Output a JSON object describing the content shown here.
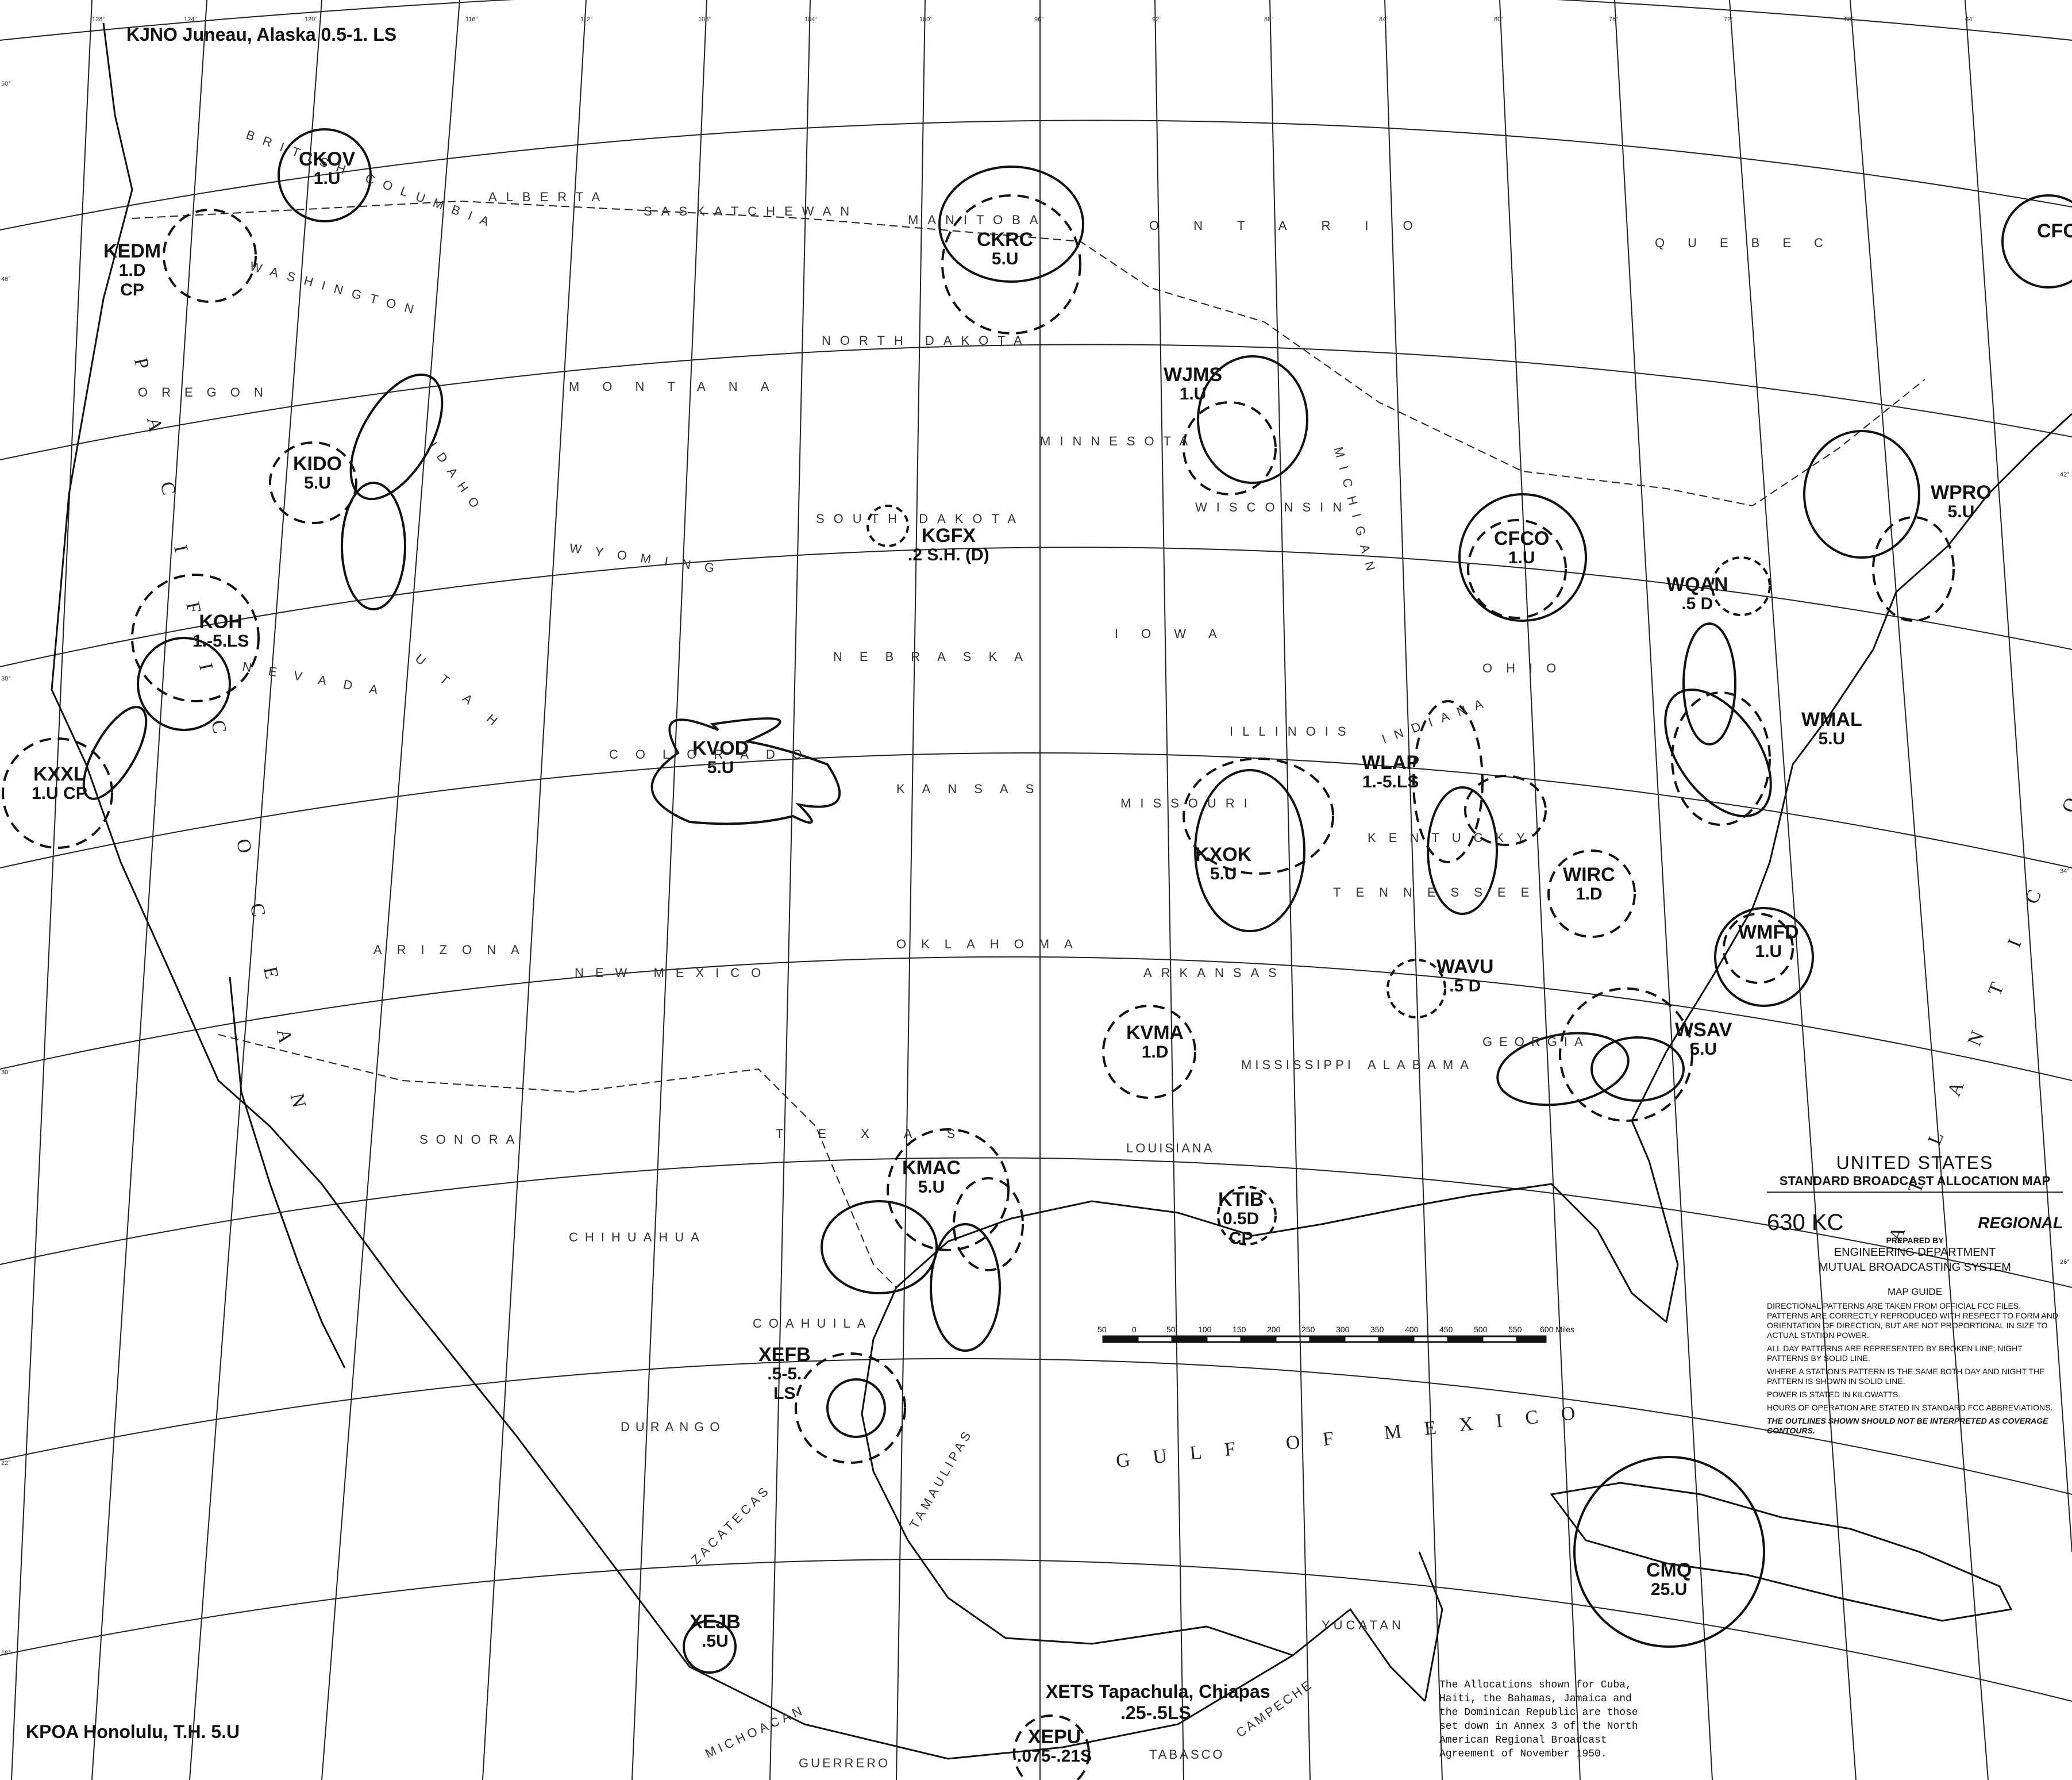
{
  "title_block": {
    "line1": "UNITED STATES",
    "line2": "STANDARD BROADCAST ALLOCATION MAP",
    "frequency": "630 KC",
    "class": "REGIONAL",
    "prepared_by": "PREPARED BY",
    "org1": "ENGINEERING DEPARTMENT",
    "org2": "MUTUAL BROADCASTING SYSTEM",
    "guide_heading": "MAP GUIDE",
    "guide": [
      "DIRECTIONAL PATTERNS ARE TAKEN FROM OFFICIAL FCC FILES. PATTERNS ARE CORRECTLY REPRODUCED WITH RESPECT TO FORM AND ORIENTATION OF DIRECTION, BUT ARE NOT PROPORTIONAL IN SIZE TO ACTUAL STATION POWER.",
      "ALL DAY PATTERNS ARE REPRESENTED BY BROKEN LINE; NIGHT PATTERNS BY SOLID LINE.",
      "WHERE A STATION'S PATTERN IS THE SAME BOTH DAY AND NIGHT THE PATTERN IS SHOWN IN SOLID LINE.",
      "POWER IS STATED IN KILOWATTS.",
      "HOURS OF OPERATION ARE STATED IN STANDARD FCC ABBREVIATIONS."
    ],
    "disclaimer": "THE OUTLINES SHOWN SHOULD NOT BE INTERPRETED AS COVERAGE CONTOURS."
  },
  "note": "The Allocations shown for Cuba, Haiti, the Bahamas, Jamaica and the Dominican Republic are those set down in Annex 3 of the North American Regional Broadcast Agreement of November 1950.",
  "corner_labels": {
    "top_left": "KJNO Juneau, Alaska 0.5-1. LS",
    "bottom_left": "KPOA Honolulu, T.H. 5.U",
    "bottom_center": "XETS Tapachula, Chiapas",
    "bottom_center_power": ".25-.5LS"
  },
  "scale": {
    "ticks": [
      "50",
      "0",
      "50",
      "100",
      "150",
      "200",
      "250",
      "300",
      "350",
      "400",
      "450",
      "500",
      "550",
      "600 Miles"
    ]
  },
  "stations": [
    {
      "call": "CKOV",
      "power": "1.U"
    },
    {
      "call": "KEDM",
      "power": "1.D",
      "extra": "CP"
    },
    {
      "call": "KIDO",
      "power": "5.U"
    },
    {
      "call": "KOH",
      "power": "1.-5.LS"
    },
    {
      "call": "KXXL",
      "power": "1.U",
      "extra": "CP"
    },
    {
      "call": "CKRC",
      "power": "5.U"
    },
    {
      "call": "KGFX",
      "power": ".2 S.H. (D)"
    },
    {
      "call": "KVOD",
      "power": "5.U"
    },
    {
      "call": "WJMS",
      "power": "1.U"
    },
    {
      "call": "KXOK",
      "power": "5.U"
    },
    {
      "call": "CFCO",
      "power": "1.U"
    },
    {
      "call": "WPRO",
      "power": "5.U"
    },
    {
      "call": "WQAN",
      "power": ".5 D"
    },
    {
      "call": "WMAL",
      "power": "5.U"
    },
    {
      "call": "WLAP",
      "power": "1.-5.LS"
    },
    {
      "call": "WIRC",
      "power": "1.D"
    },
    {
      "call": "WMFD",
      "power": "1.U"
    },
    {
      "call": "WAVU",
      "power": ".5 D"
    },
    {
      "call": "WSAV",
      "power": "5.U"
    },
    {
      "call": "KVMA",
      "power": "1.D"
    },
    {
      "call": "KMAC",
      "power": "5.U"
    },
    {
      "call": "KTIB",
      "power": "0.5D",
      "extra": "CP"
    },
    {
      "call": "XEFB",
      "power": ".5-5.",
      "extra": "LS"
    },
    {
      "call": "XEJB",
      "power": ".5U"
    },
    {
      "call": "XEPU",
      "power": ".075-.21S"
    },
    {
      "call": "CMQ",
      "power": "25.U"
    },
    {
      "call": "CFC",
      "power": ""
    }
  ],
  "regions": {
    "british_columbia": "BRITISH COLUMBIA",
    "alberta": "ALBERTA",
    "saskatchewan": "SASKATCHEWAN",
    "manitoba": "MANITOBA",
    "ontario": "ONTARIO",
    "quebec": "QUEBEC",
    "washington": "WASHINGTON",
    "oregon": "OREGON",
    "idaho": "IDAHO",
    "montana": "MONTANA",
    "wyoming": "WYOMING",
    "north_dakota": "NORTH DAKOTA",
    "south_dakota": "SOUTH DAKOTA",
    "minnesota": "MINNESOTA",
    "wisconsin": "WISCONSIN",
    "michigan": "MICHIGAN",
    "nevada": "NEVADA",
    "utah": "UTAH",
    "colorado": "COLORADO",
    "nebraska": "NEBRASKA",
    "iowa": "IOWA",
    "illinois": "ILLINOIS",
    "indiana": "INDIANA",
    "ohio": "OHIO",
    "kansas": "KANSAS",
    "missouri": "MISSOURI",
    "kentucky": "KENTUCKY",
    "tennessee": "TENNESSEE",
    "arizona": "ARIZONA",
    "new_mexico": "NEW MEXICO",
    "oklahoma": "OKLAHOMA",
    "arkansas": "ARKANSAS",
    "mississippi": "MISSISSIPPI",
    "alabama": "ALABAMA",
    "georgia": "GEORGIA",
    "texas": "TEXAS",
    "louisiana": "LOUISIANA",
    "sonora": "SONORA",
    "chihuahua": "CHIHUAHUA",
    "coahuila": "COAHUILA",
    "durango": "DURANGO",
    "zacatecas": "ZACATECAS",
    "tamaulipas": "TAMAULIPAS",
    "yucatan": "YUCATAN",
    "guerrero": "GUERRERO",
    "tabasco": "TABASCO",
    "campeche": "CAMPECHE",
    "michoacan": "MICHOACAN"
  },
  "oceans": {
    "pacific": "PACIFIC OCEAN",
    "atlantic": "ATLANTIC OCEAN",
    "gulf": "GULF OF MEXICO"
  },
  "latitudes": [
    "50°",
    "46°",
    "42°",
    "38°",
    "34°",
    "30°",
    "26°",
    "22°",
    "18°"
  ],
  "longitudes": [
    "128°",
    "124°",
    "120°",
    "116°",
    "112°",
    "108°",
    "104°",
    "100°",
    "96°",
    "92°",
    "88°",
    "84°",
    "80°",
    "76°",
    "72°",
    "68°",
    "64°"
  ]
}
